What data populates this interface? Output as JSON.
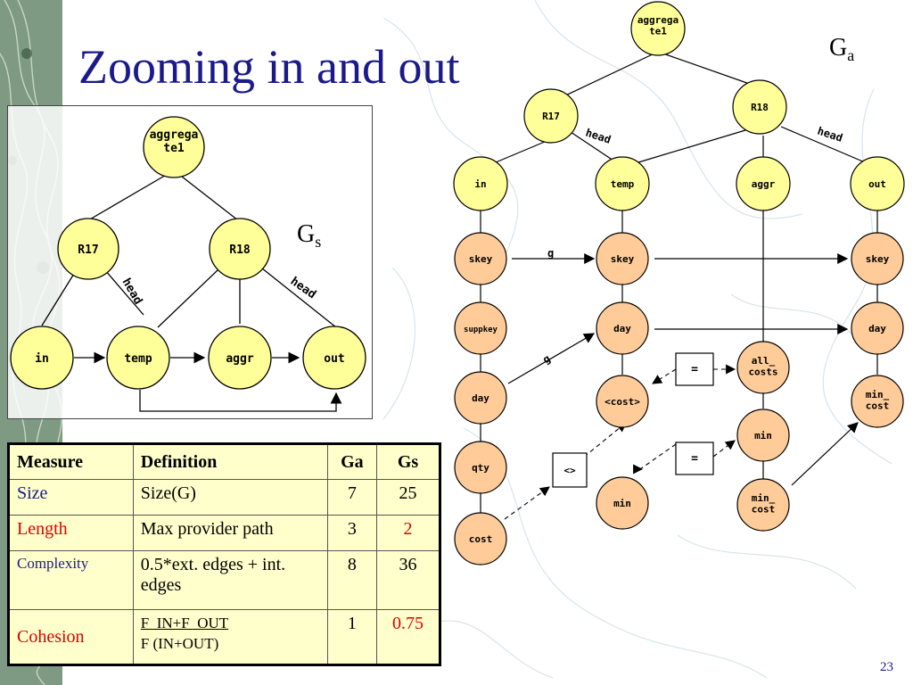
{
  "slide": {
    "title": "Zooming in and out",
    "page_number": "23"
  },
  "colors": {
    "title": "#1a1a8c",
    "yellow_node": "#ffff99",
    "orange_node": "#ffcc99",
    "table_bg": "#ffffcc",
    "red_text": "#dd0000",
    "blue_text": "#1a1a8c"
  },
  "graph_gs": {
    "label": "G",
    "label_sub": "s",
    "nodes": {
      "aggregate1": "aggrega\nte1",
      "r17": "R17",
      "r18": "R18",
      "in": "in",
      "temp": "temp",
      "aggr": "aggr",
      "out": "out"
    },
    "edge_labels": {
      "head_left": "head",
      "head_right": "head"
    }
  },
  "graph_ga": {
    "label": "G",
    "label_sub": "a",
    "nodes": {
      "aggregate1": "aggrega\nte1",
      "r17": "R17",
      "r18": "R18",
      "in": "in",
      "temp": "temp",
      "aggr": "aggr",
      "out": "out",
      "skey1": "skey",
      "suppkey": "suppkey",
      "day1": "day",
      "qty": "qty",
      "cost": "cost",
      "skey2": "skey",
      "day2": "day",
      "cost2": "<cost>",
      "min1": "min",
      "all_costs": "all_\ncosts",
      "min2": "min",
      "min_cost1": "min_\ncost",
      "skey3": "skey",
      "day3": "day",
      "min_cost2": "min_\ncost"
    },
    "edge_labels": {
      "head_left": "head",
      "head_right": "head",
      "g_top": "g",
      "g_mid": "g"
    },
    "boxes": {
      "eq1": "=",
      "eq2": "=",
      "neq": "<>"
    }
  },
  "table": {
    "headers": [
      "Measure",
      "Definition",
      "Ga",
      "Gs"
    ],
    "rows": [
      {
        "measure": "Size",
        "definition": "Size(G)",
        "ga": "7",
        "gs": "25"
      },
      {
        "measure": "Length",
        "definition": "Max provider path",
        "ga": "3",
        "gs": "2"
      },
      {
        "measure": "Complexity",
        "definition": "0.5*ext. edges + int. edges",
        "ga": "8",
        "gs": "36"
      },
      {
        "measure": "Cohesion",
        "definition_num": "F_IN+F_OUT",
        "definition_den": "F (IN+OUT)",
        "ga": "1",
        "gs": "0.75"
      }
    ]
  }
}
